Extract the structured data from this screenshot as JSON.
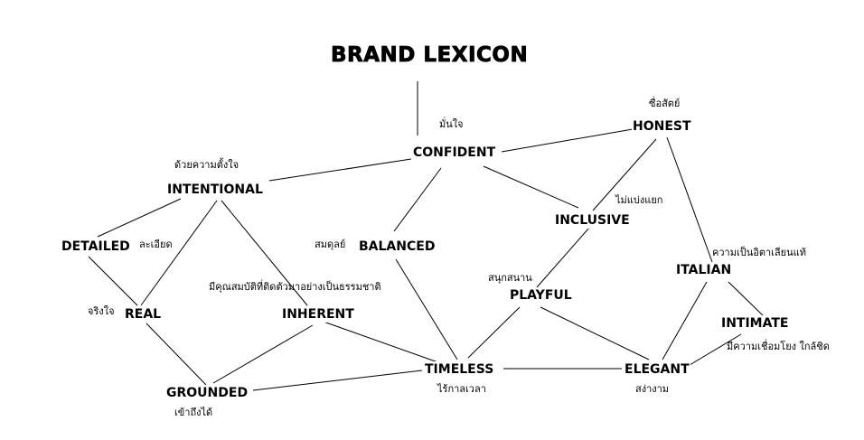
{
  "title": "BRAND LEXICON",
  "nodes": {
    "confident": {
      "label": "CONFIDENT",
      "thai": "มั่นใจ"
    },
    "honest": {
      "label": "HONEST",
      "thai": "ซื่อสัตย์"
    },
    "intentional": {
      "label": "INTENTIONAL",
      "thai": "ด้วยความตั้งใจ"
    },
    "inclusive": {
      "label": "INCLUSIVE",
      "thai": "ไม่แบ่งแยก"
    },
    "detailed": {
      "label": "DETAILED",
      "thai": "ละเอียด"
    },
    "balanced": {
      "label": "BALANCED",
      "thai": "สมดุลย์"
    },
    "italian": {
      "label": "ITALIAN",
      "thai": "ความเป็นอิตาเลียนแท้"
    },
    "playful": {
      "label": "PLAYFUL",
      "thai": "สนุกสนาน"
    },
    "real": {
      "label": "REAL",
      "thai": "จริงใจ"
    },
    "inherent": {
      "label": "INHERENT",
      "thai": "มีคุณสมบัติที่ติดตัวมาอย่างเป็นธรรมชาติ"
    },
    "intimate": {
      "label": "INTIMATE",
      "thai": "มีความเชื่อมโยง ใกล้ชิด"
    },
    "timeless": {
      "label": "TIMELESS",
      "thai": "ไร้กาลเวลา"
    },
    "elegant": {
      "label": "ELEGANT",
      "thai": "สง่างาม"
    },
    "grounded": {
      "label": "GROUNDED",
      "thai": "เข้าถึงได้"
    }
  }
}
